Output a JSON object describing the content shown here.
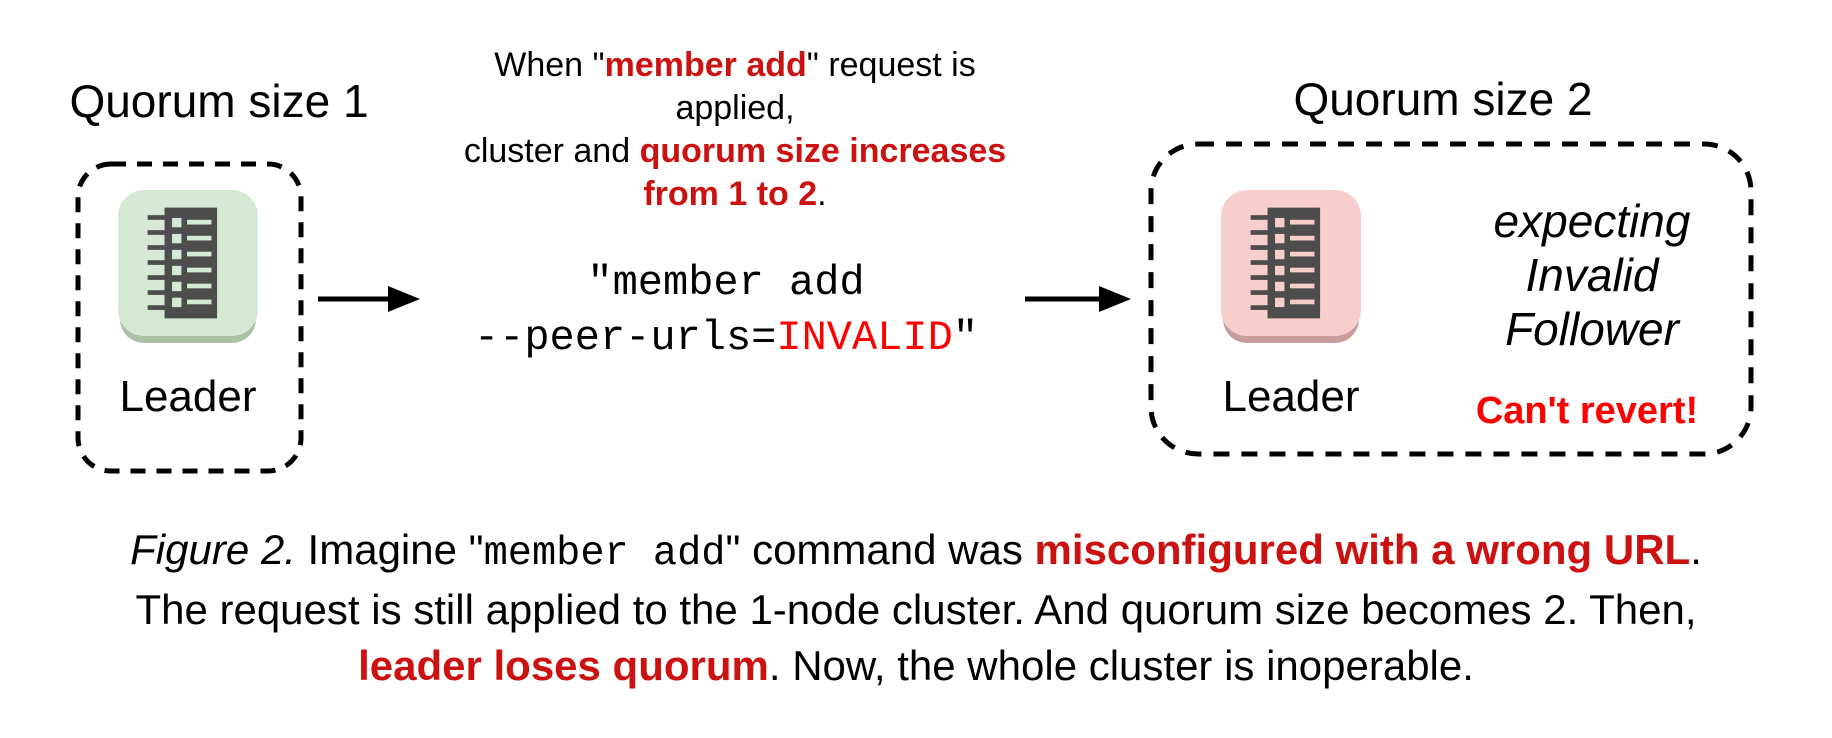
{
  "palette": {
    "bg": "#ffffff",
    "ink": "#000000",
    "accent-red": "#cc1111",
    "bright-red": "#ff0000",
    "node-green": "#d5e8d4",
    "node-green-shadow": "#a9c2a4",
    "node-pink": "#f8cecc",
    "node-pink-shadow": "#c79e9b",
    "icon-dark": "#4d4d4d"
  },
  "left_cluster": {
    "title": "Quorum size 1",
    "node_label": "Leader"
  },
  "annotation": {
    "lines": [
      [
        {
          "t": "When \"",
          "c": "plain"
        },
        {
          "t": "member add",
          "c": "em"
        },
        {
          "t": "\" request is applied,",
          "c": "plain"
        }
      ],
      [
        {
          "t": "cluster and ",
          "c": "plain"
        },
        {
          "t": "quorum size increases",
          "c": "em"
        }
      ],
      [
        {
          "t": "from 1 to 2",
          "c": "em"
        },
        {
          "t": ".",
          "c": "plain"
        }
      ]
    ]
  },
  "command": {
    "lines": [
      [
        {
          "t": "\"member add",
          "c": "plain"
        }
      ],
      [
        {
          "t": "--peer-urls=",
          "c": "plain"
        },
        {
          "t": "INVALID",
          "c": "bright"
        },
        {
          "t": "\"",
          "c": "plain"
        }
      ]
    ]
  },
  "right_cluster": {
    "title": "Quorum size 2",
    "node_label": "Leader",
    "expecting_lines": [
      "expecting",
      "Invalid",
      "Follower"
    ],
    "warning": "Can't revert!"
  },
  "caption": {
    "lines": [
      [
        {
          "t": "Figure 2.",
          "c": "italic"
        },
        {
          "t": " Imagine \"",
          "c": "plain"
        },
        {
          "t": "member add",
          "c": "code"
        },
        {
          "t": "\" command was ",
          "c": "plain"
        },
        {
          "t": "misconfigured with a wrong URL",
          "c": "em"
        },
        {
          "t": ".",
          "c": "plain"
        }
      ],
      [
        {
          "t": "The request is still applied to the 1-node cluster. And quorum size becomes 2. Then,",
          "c": "plain"
        }
      ],
      [
        {
          "t": "leader loses quorum",
          "c": "em"
        },
        {
          "t": ". Now, the whole cluster is inoperable.",
          "c": "plain"
        }
      ]
    ]
  }
}
